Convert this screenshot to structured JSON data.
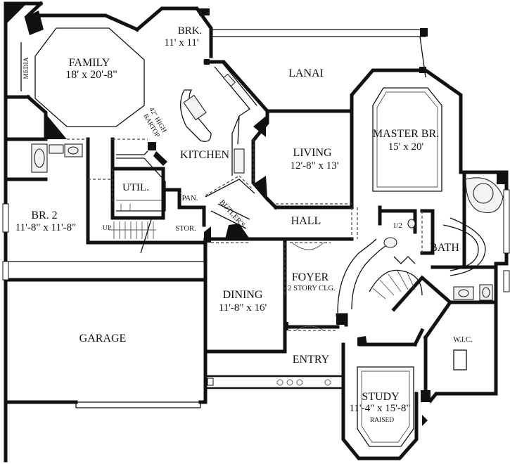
{
  "rooms": {
    "brk": {
      "name": "BRK.",
      "dims": "11' x 11'"
    },
    "family": {
      "name": "FAMILY",
      "dims": "18' x 20'-8\""
    },
    "media": {
      "name": "MEDIA"
    },
    "lanai": {
      "name": "LANAI"
    },
    "kitchen": {
      "name": "KITCHEN"
    },
    "bartop": {
      "line1": "42\" HIGH",
      "line2": "BARTOP"
    },
    "living": {
      "name": "LIVING",
      "dims": "12'-8\" x 13'"
    },
    "master": {
      "name": "MASTER BR.",
      "dims": "15' x 20'"
    },
    "util": {
      "name": "UTIL."
    },
    "pan": {
      "name": "PAN."
    },
    "butlers": {
      "name": "BUTLER'S"
    },
    "br2": {
      "name": "BR. 2",
      "dims": "11'-8\" x 11'-8\""
    },
    "up": {
      "name": "UP"
    },
    "stor": {
      "name": "STOR."
    },
    "hall": {
      "name": "HALL"
    },
    "half_bath": {
      "name": "1/2"
    },
    "bath": {
      "name": "BATH"
    },
    "foyer": {
      "name": "FOYER",
      "note": "2 STORY CLG."
    },
    "dining": {
      "name": "DINING",
      "dims": "11'-8\" x 16'"
    },
    "garage": {
      "name": "GARAGE"
    },
    "wic": {
      "name": "W.I.C."
    },
    "entry": {
      "name": "ENTRY"
    },
    "study": {
      "name": "STUDY",
      "dims": "11'-4\" x 15'-8\"",
      "note": "RAISED"
    }
  }
}
